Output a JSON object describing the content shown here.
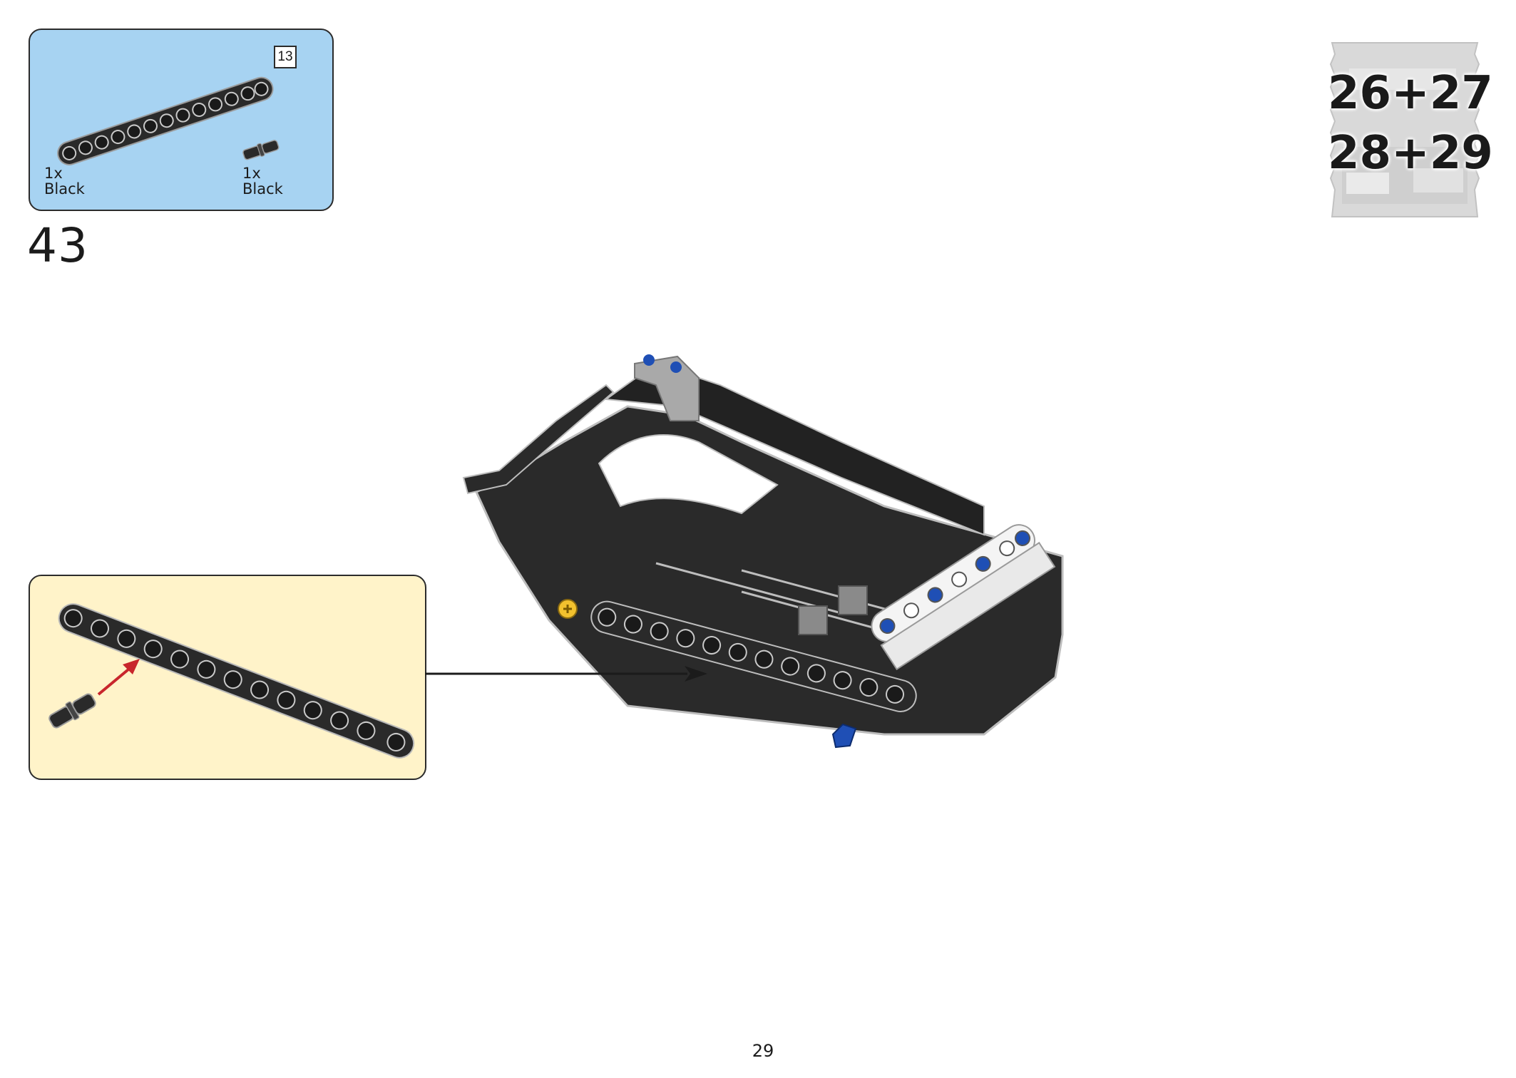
{
  "parts_callout": {
    "items": [
      {
        "icon": "beam-13-icon",
        "quantity": "1x",
        "color_name": "Black",
        "length_badge": "13"
      },
      {
        "icon": "connector-pin-icon",
        "quantity": "1x",
        "color_name": "Black"
      }
    ],
    "background_color": "#a7d3f2"
  },
  "step": {
    "number": "43"
  },
  "bags": {
    "line1": "26+27",
    "line2": "28+29"
  },
  "subassembly": {
    "background_color": "#fff3c9",
    "arrow_color": "#c8262c"
  },
  "page": {
    "number": "29"
  },
  "colors": {
    "part_black": "#2a2a2a",
    "part_white": "#f4f4f4",
    "part_gray": "#a9a9a9",
    "part_blue": "#1f4fb5",
    "part_yellow": "#f2c12e"
  }
}
